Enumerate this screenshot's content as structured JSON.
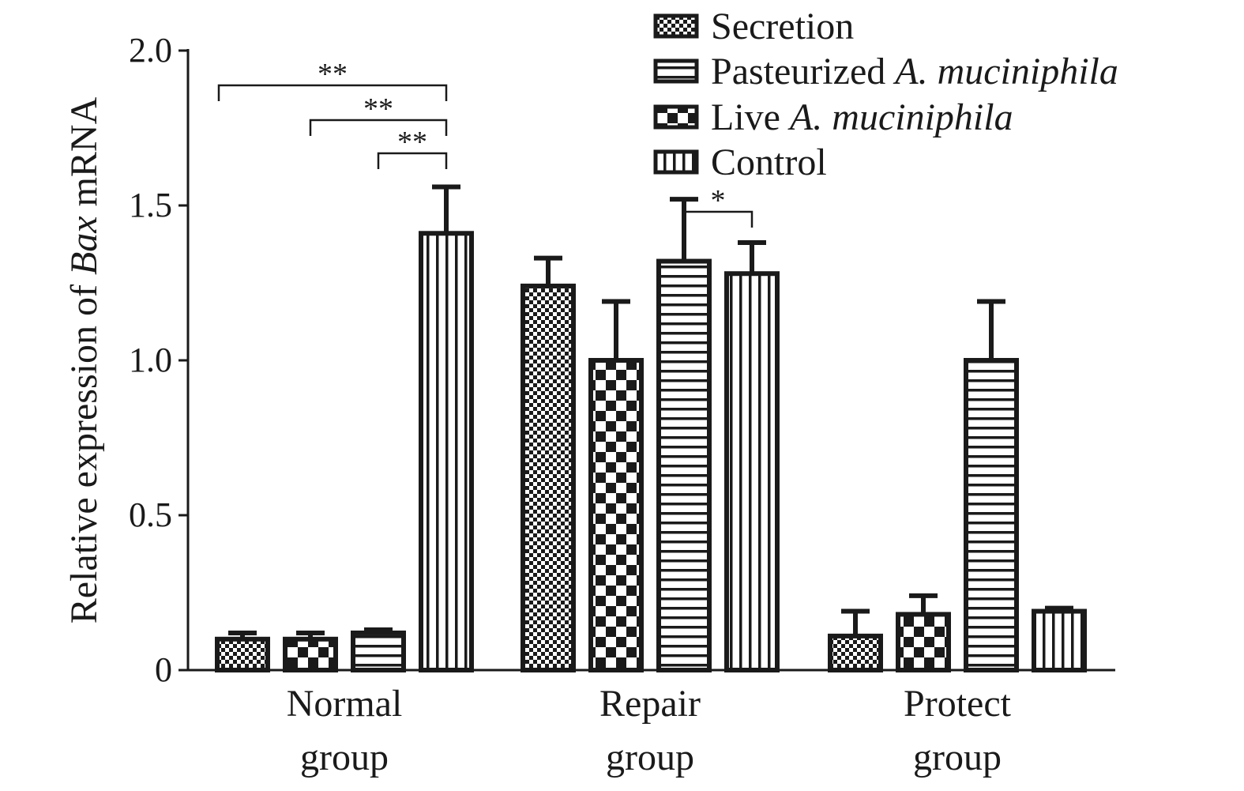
{
  "chart_data": {
    "type": "bar",
    "ylabel": {
      "prefix": "Relative expression of ",
      "gene": "Bax",
      "suffix": " mRNA"
    },
    "ylim": [
      0,
      2.0
    ],
    "yticks": [
      {
        "value": 0,
        "label": "0"
      },
      {
        "value": 0.5,
        "label": "0.5"
      },
      {
        "value": 1.0,
        "label": "1.0"
      },
      {
        "value": 1.5,
        "label": "1.5"
      },
      {
        "value": 2.0,
        "label": "2.0"
      }
    ],
    "categories": [
      {
        "line1": "Normal",
        "line2": "group"
      },
      {
        "line1": "Repair",
        "line2": "group"
      },
      {
        "line1": "Protect",
        "line2": "group"
      }
    ],
    "series": [
      {
        "legend": [
          {
            "t": "Secretion",
            "i": false
          }
        ],
        "pattern": "fine-checker",
        "values": [
          0.1,
          1.24,
          0.11
        ],
        "errors": [
          0.02,
          0.09,
          0.08
        ]
      },
      {
        "legend": [
          {
            "t": "Pasteurized ",
            "i": false
          },
          {
            "t": "A. muciniphila",
            "i": true
          }
        ],
        "pattern": "horizontal-stripes",
        "values": [
          0.12,
          1.32,
          1.0
        ],
        "errors": [
          0.01,
          0.2,
          0.19
        ]
      },
      {
        "legend": [
          {
            "t": "Live ",
            "i": false
          },
          {
            "t": "A. muciniphila",
            "i": true
          }
        ],
        "pattern": "coarse-checker",
        "values": [
          0.1,
          1.0,
          0.18
        ],
        "errors": [
          0.02,
          0.19,
          0.06
        ]
      },
      {
        "legend": [
          {
            "t": "Control",
            "i": false
          }
        ],
        "pattern": "vertical-stripes",
        "values": [
          1.41,
          1.28,
          0.19
        ],
        "errors": [
          0.15,
          0.1,
          0.01
        ]
      }
    ],
    "bar_patterns": [
      [
        "fine-checker",
        "coarse-checker",
        "horizontal-stripes",
        "vertical-stripes"
      ],
      [
        "fine-checker",
        "coarse-checker",
        "horizontal-stripes",
        "vertical-stripes"
      ],
      [
        "fine-checker",
        "coarse-checker",
        "horizontal-stripes",
        "vertical-stripes"
      ]
    ],
    "significance": [
      {
        "group": 0,
        "from": 0,
        "to": 3,
        "label": "**"
      },
      {
        "group": 0,
        "from": 1,
        "to": 3,
        "label": "**"
      },
      {
        "group": 0,
        "from": 2,
        "to": 3,
        "label": "**"
      },
      {
        "group": 1,
        "from": 2,
        "to": 3,
        "label": "*"
      }
    ],
    "legend_position": "top-right",
    "grid": false
  }
}
